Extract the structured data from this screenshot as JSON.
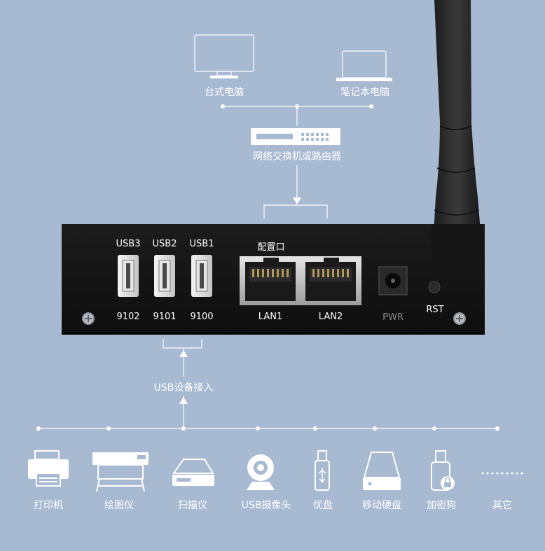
{
  "network": {
    "desktop_label": "台式电脑",
    "laptop_label": "笔记本电脑",
    "switch_label": "网络交换机或路由器"
  },
  "device": {
    "config_label": "配置口",
    "usb_ports": [
      {
        "top": "USB3",
        "bottom": "9102"
      },
      {
        "top": "USB2",
        "bottom": "9101"
      },
      {
        "top": "USB1",
        "bottom": "9100"
      }
    ],
    "lan_ports": [
      "LAN1",
      "LAN2"
    ],
    "pwr_label": "PWR",
    "rst_label": "RST"
  },
  "usb_access_label": "USB设备接入",
  "peripherals": [
    {
      "label": "打印机",
      "icon": "printer-icon"
    },
    {
      "label": "绘图仪",
      "icon": "plotter-icon"
    },
    {
      "label": "扫描仪",
      "icon": "scanner-icon"
    },
    {
      "label": "USB摄像头",
      "icon": "webcam-icon"
    },
    {
      "label": "优盘",
      "icon": "usb-drive-icon"
    },
    {
      "label": "移动硬盘",
      "icon": "portable-hdd-icon"
    },
    {
      "label": "加密狗",
      "icon": "dongle-icon"
    },
    {
      "label": "其它",
      "icon": "more-dots-icon"
    }
  ]
}
